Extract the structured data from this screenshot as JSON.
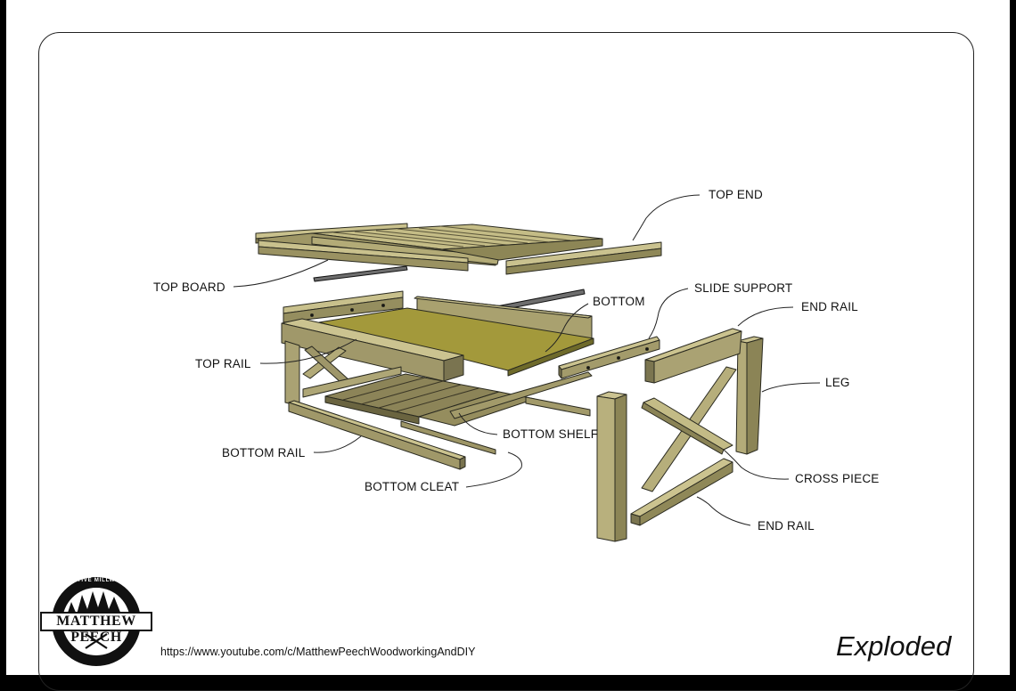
{
  "labels": {
    "top_end": "TOP END",
    "top_board": "TOP BOARD",
    "bottom": "BOTTOM",
    "slide_support": "SLIDE SUPPORT",
    "end_rail_upper": "END RAIL",
    "top_rail": "TOP RAIL",
    "leg": "LEG",
    "bottom_shelf": "BOTTOM SHELF",
    "bottom_rail": "BOTTOM RAIL",
    "cross_piece": "CROSS PIECE",
    "bottom_cleat": "BOTTOM CLEAT",
    "end_rail_lower": "END RAIL"
  },
  "logo": {
    "name": "MATTHEW PEECH",
    "arc_text": "PRIMITIVE MILLWORKS"
  },
  "footer": {
    "url": "https://www.youtube.com/c/MatthewPeechWoodworkingAndDIY",
    "view_label": "Exploded"
  },
  "colors": {
    "wood_top": "#c7bf8a",
    "wood_side": "#9c9463",
    "wood_dark": "#6f6a45",
    "plywood": "#a29a3c",
    "line": "#222222"
  }
}
